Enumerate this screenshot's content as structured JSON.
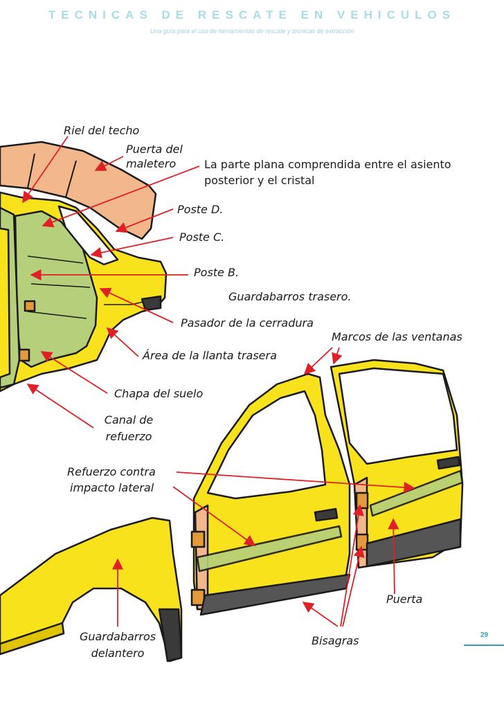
{
  "header": {
    "title": "TECNICAS DE RESCATE EN VEHICULOS",
    "subtitle": "Una guía para el uso de herramientas de rescate y técnicas de extracción"
  },
  "labels": {
    "riel_techo": "Riel del techo",
    "puerta_maletero_1": "Puerta del",
    "puerta_maletero_2": "maletero",
    "parte_plana_1": "La parte plana comprendida entre el asiento",
    "parte_plana_2": "posterior y el cristal",
    "poste_d": "Poste D.",
    "poste_c": "Poste C.",
    "poste_b": "Poste B.",
    "guardabarros_trasero": "Guardabarros trasero.",
    "pasador": "Pasador de la cerradura",
    "marcos": "Marcos de las ventanas",
    "area_llanta": "Área de la llanta trasera",
    "chapa_suelo": "Chapa del suelo",
    "canal_1": "Canal de",
    "canal_2": "refuerzo",
    "refuerzo_1": "Refuerzo contra",
    "refuerzo_2": "impacto lateral",
    "puerta": "Puerta",
    "bisagras": "Bisagras",
    "guardabarros_delantero_1": "Guardabarros",
    "guardabarros_delantero_2": "delantero"
  },
  "page_number": "29",
  "colors": {
    "body_yellow": "#f7e21b",
    "interior_green": "#b5cf7a",
    "trunk_salmon": "#f2b88c",
    "arrow_red": "#e01f26",
    "outline": "#1a1a1a",
    "header_blue": "#a8dde6",
    "accent_teal": "#2f9fb0"
  }
}
